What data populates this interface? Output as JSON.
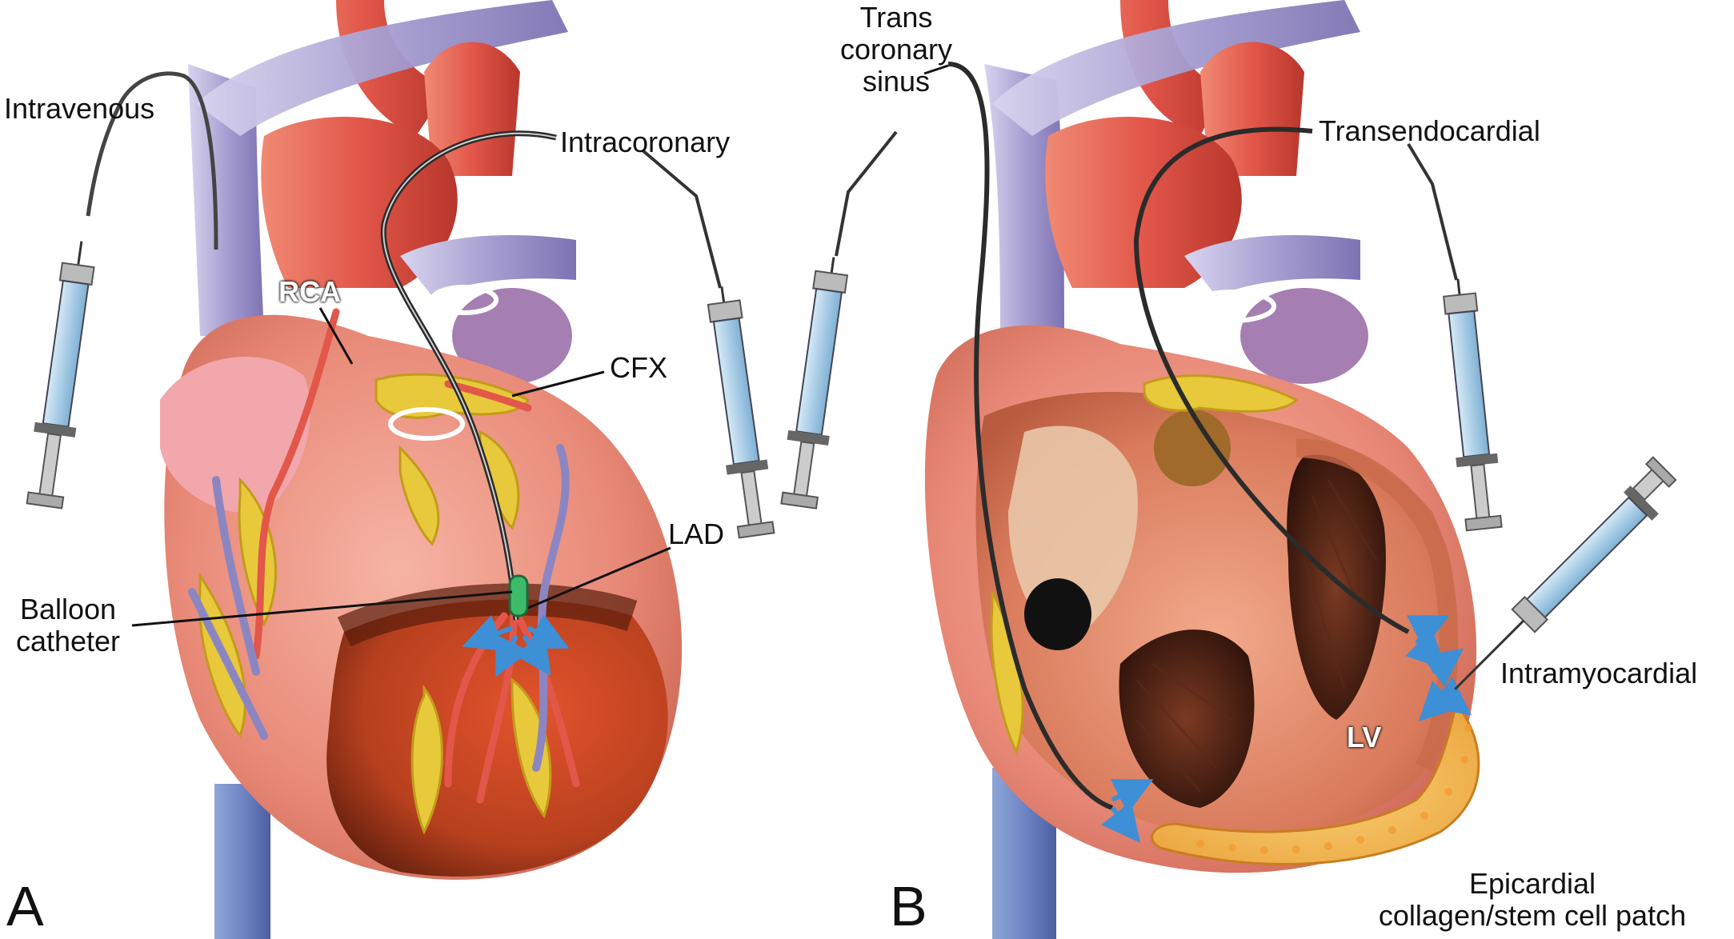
{
  "panels": {
    "a": "A",
    "b": "B"
  },
  "labels": {
    "intravenous": "Intravenous",
    "intracoronary": "Intracoronary",
    "rca": "RCA",
    "cfx": "CFX",
    "lad": "LAD",
    "balloon_line1": "Balloon",
    "balloon_line2": "catheter",
    "trans_line1": "Trans",
    "trans_line2": "coronary",
    "trans_line3": "sinus",
    "transendocardial": "Transendocardial",
    "intramyocardial": "Intramyocardial",
    "lv": "LV",
    "patch_line1": "Epicardial",
    "patch_line2": "collagen/stem cell patch"
  },
  "colors": {
    "myocardium": "#e98a78",
    "aorta": "#e2574a",
    "vein": "#9b92c8",
    "fat": "#e7c93b",
    "infarct": "#7a2a14",
    "syringe_fluid": "#a9cde6",
    "arrow": "#3d8fd6",
    "chamber": "#5a2a1a"
  }
}
